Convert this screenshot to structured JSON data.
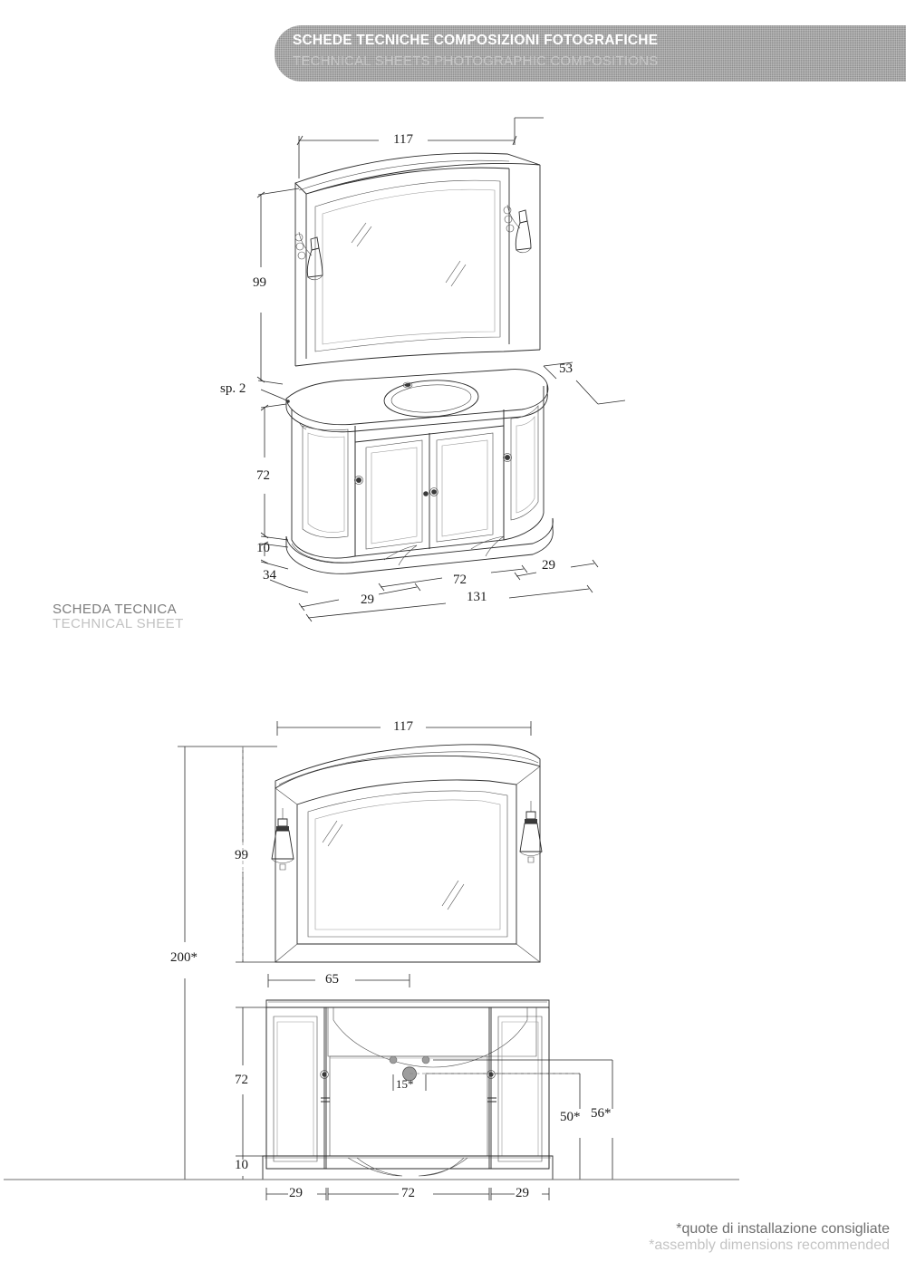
{
  "banner": {
    "title_it": "SCHEDE TECNICHE COMPOSIZIONI FOTOGRAFICHE",
    "title_en": "TECHNICAL SHEETS PHOTOGRAPHIC COMPOSITIONS"
  },
  "sheet_label": {
    "line_it": "SCHEDA TECNICA",
    "line_en": "TECHNICAL SHEET"
  },
  "footnote": {
    "line_it": "*quote di installazione consigliate",
    "line_en": "*assembly dimensions recommended"
  },
  "perspective_view": {
    "name": "perspective-composition",
    "dimensions": {
      "mirror_width": "117",
      "mirror_height": "99",
      "top_thickness": "sp. 2",
      "cabinet_depth": "53",
      "cabinet_height": "72",
      "plinth_height": "10",
      "plinth_offset": "34",
      "left_door_width": "29",
      "center_width": "72",
      "right_door_width": "29",
      "total_width": "131"
    }
  },
  "elevation_view": {
    "name": "front-elevation-composition",
    "dimensions": {
      "mirror_width": "117",
      "mirror_height": "99",
      "total_height": "200*",
      "gap_mirror_to_top": "65",
      "cabinet_height": "72",
      "plinth_height": "10",
      "left_door_width": "29",
      "center_width": "72",
      "right_door_width": "29",
      "supply_spacing": "15*",
      "drain_height": "50*",
      "supply_height": "56*"
    }
  },
  "colors": {
    "banner_gray": "#8f8f8f",
    "line_ink": "#2b2b2b",
    "label_gray": "#7c7c7c",
    "label_light": "#c2c2c2"
  }
}
